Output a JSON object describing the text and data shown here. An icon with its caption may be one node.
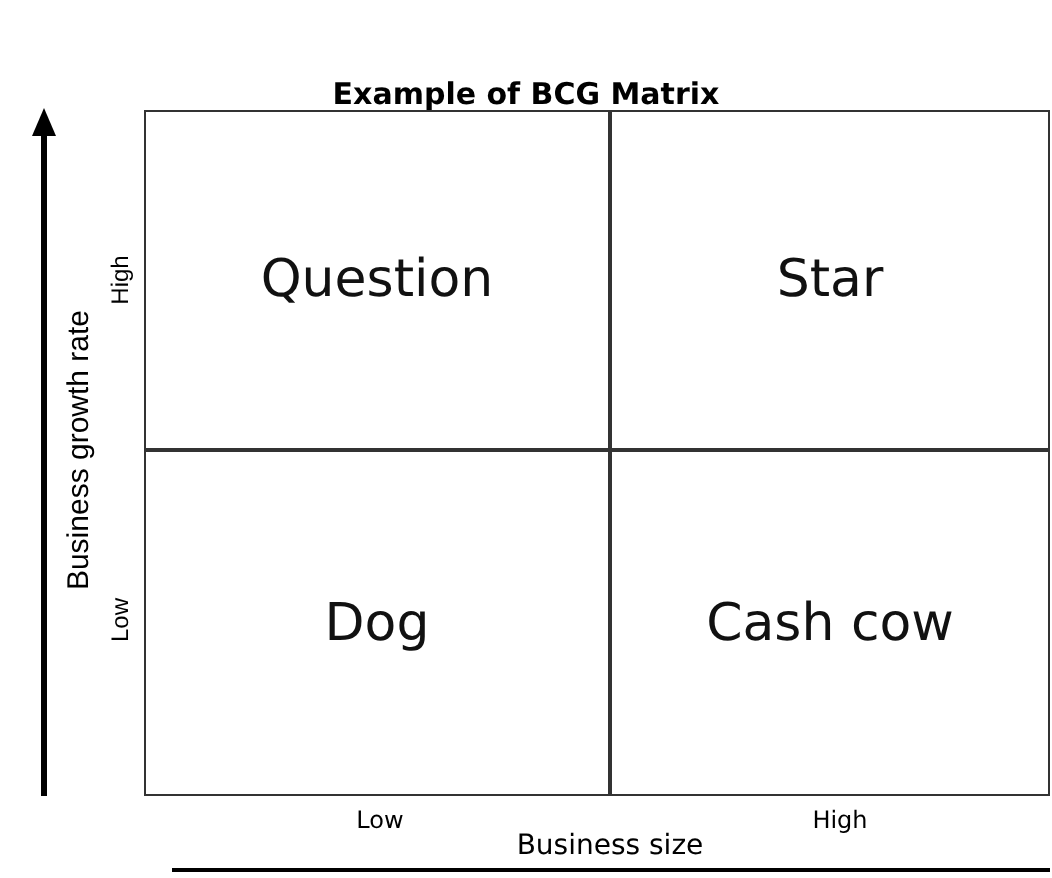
{
  "diagram": {
    "title": "Example of BCG Matrix",
    "nodes": [
      {
        "text": [
          "Question"
        ]
      },
      {
        "text": [
          "Star"
        ]
      },
      {
        "text": [
          "Dog"
        ]
      },
      {
        "text": [
          "Cash cow"
        ]
      }
    ],
    "labels": [
      "Business growth rate",
      "High",
      "Low",
      "Low",
      "High",
      "Business size"
    ]
  }
}
